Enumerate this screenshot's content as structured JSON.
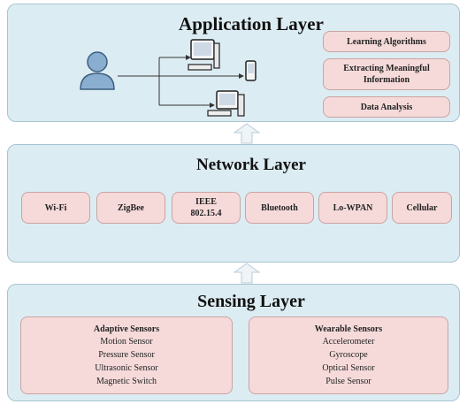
{
  "application_layer": {
    "title": "Application Layer",
    "services": [
      "Learning Algorithms",
      "Extracting Meaningful Information",
      "Data Analysis"
    ]
  },
  "network_layer": {
    "title": "Network Layer",
    "protocols": [
      "Wi-Fi",
      "ZigBee",
      "IEEE 802.15.4",
      "Bluetooth",
      "Lo-WPAN",
      "Cellular"
    ]
  },
  "sensing_layer": {
    "title": "Sensing Layer",
    "adaptive": {
      "heading": "Adaptive Sensors",
      "items": [
        "Motion Sensor",
        "Pressure Sensor",
        "Ultrasonic Sensor",
        "Magnetic Switch"
      ]
    },
    "wearable": {
      "heading": "Wearable Sensors",
      "items": [
        "Accelerometer",
        "Gyroscope",
        "Optical Sensor",
        "Pulse Sensor"
      ]
    }
  },
  "icons": [
    "user-icon",
    "desktop-computer-icon",
    "mobile-phone-icon",
    "workstation-icon",
    "up-arrow-icon"
  ],
  "colors": {
    "layer_bg": "#dcecf3",
    "box_bg": "#f6dada"
  }
}
